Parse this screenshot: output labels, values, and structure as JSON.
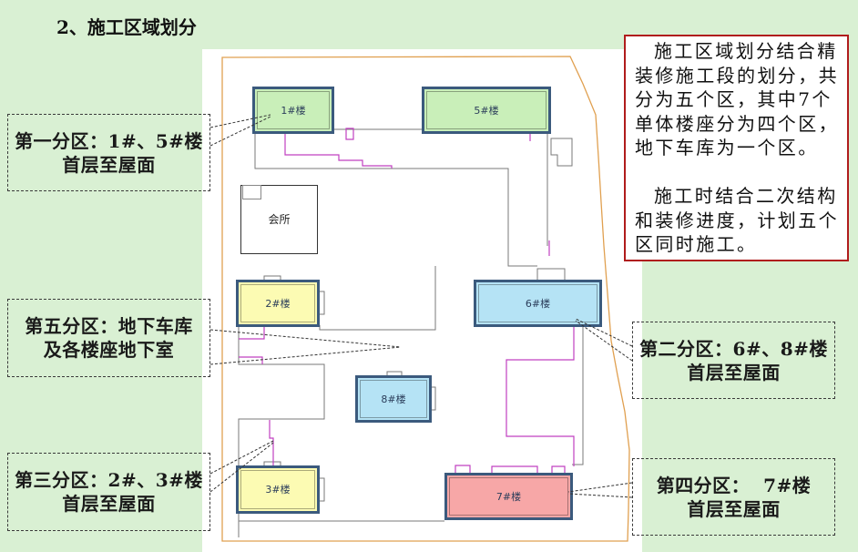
{
  "slide": {
    "title": "2、施工区域划分"
  },
  "site_plan": {
    "buildings": {
      "b1": {
        "label": "1#楼"
      },
      "b5": {
        "label": "5#楼"
      },
      "b2": {
        "label": "2#楼"
      },
      "b3": {
        "label": "3#楼"
      },
      "b6": {
        "label": "6#楼"
      },
      "b8": {
        "label": "8#楼"
      },
      "b7": {
        "label": "7#楼"
      },
      "clubhouse": {
        "label": "会所"
      }
    }
  },
  "callouts": {
    "zone1": {
      "line1": "第一分区：1#、5#楼",
      "line2": "首层至屋面"
    },
    "zone2": {
      "line1": "第二分区：6#、8#楼",
      "line2": "首层至屋面"
    },
    "zone3": {
      "line1": "第三分区：2#、3#楼",
      "line2": "首层至屋面"
    },
    "zone4": {
      "line1": "第四分区：  7#楼",
      "line2": "首层至屋面"
    },
    "zone5": {
      "line1": "第五分区：地下车库",
      "line2": "及各楼座地下室"
    }
  },
  "note": {
    "paragraph1": [
      "施工区域划分结合精",
      "装修施工段的划分，共",
      "分为五个区，其中7个",
      "单体楼座分为四个区，",
      "地下车库为一个区。"
    ],
    "paragraph2": [
      "施工时结合二次结构",
      "和装修进度，计划五个",
      "区同时施工。"
    ]
  },
  "colors": {
    "background": "#d9f0d3",
    "plan_background": "#ffffff",
    "zone1_fill": "#c9efb9",
    "zone2_fill": "#b5e3f5",
    "zone3_fill": "#fcfbb3",
    "zone4_fill": "#f7a7a7",
    "building_border": "#3b5a7d",
    "site_boundary": "#e0a050",
    "basement_line": "#7a7a7a",
    "partition_line": "#c040c0",
    "note_border": "#b01c1c"
  }
}
